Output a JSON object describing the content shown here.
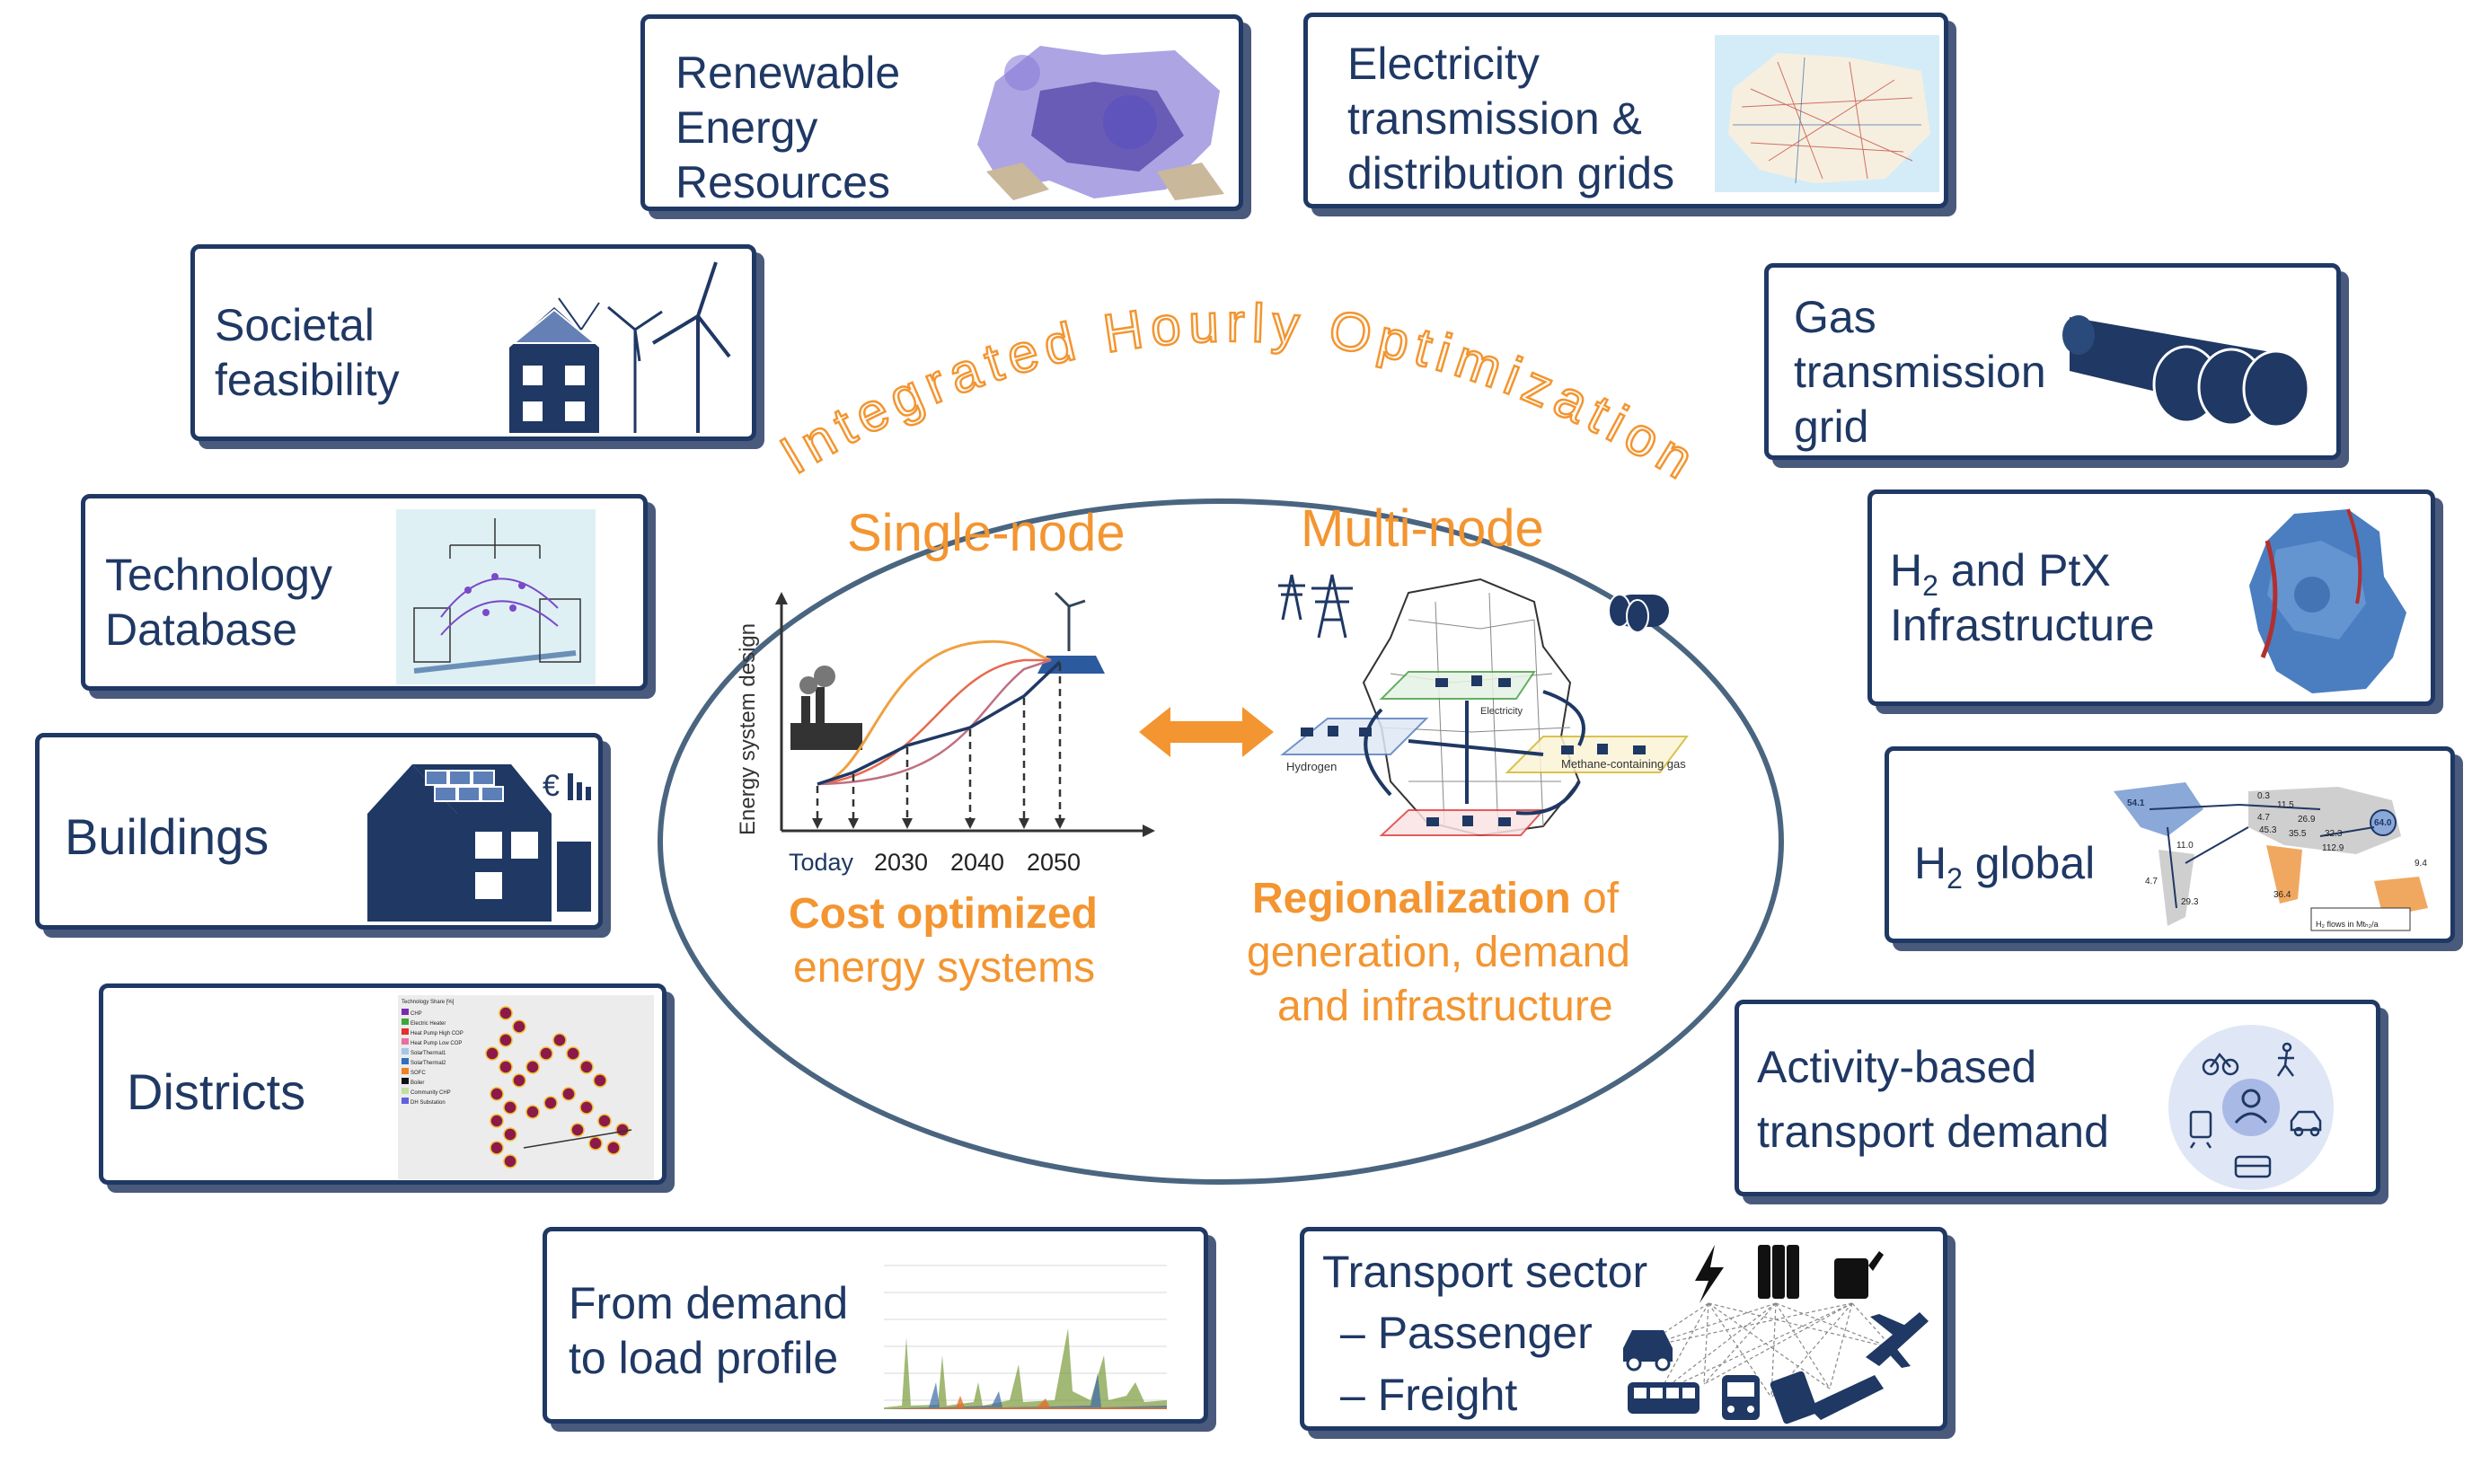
{
  "arc_title": "Integrated Hourly Optimization",
  "center": {
    "single": {
      "title": "Single-node",
      "yaxis": "Energy system design",
      "ticks": [
        "Today",
        "2030",
        "2040",
        "2050"
      ],
      "subtitle_bold": "Cost optimized",
      "subtitle_rest": "energy systems"
    },
    "multi": {
      "title": "Multi-node",
      "map_labels": {
        "hydrogen": "Hydrogen",
        "electricity": "Electricity",
        "methane": "Methane-containing gas"
      },
      "line1_bold": "Regionalization",
      "line1_rest": " of",
      "line2": "generation,  demand",
      "line3": "and infrastructure"
    }
  },
  "cards": {
    "renewable": {
      "lines": [
        "Renewable",
        "Energy",
        "Resources"
      ]
    },
    "electricity": {
      "lines": [
        "Electricity",
        "transmission &",
        "distribution grids"
      ]
    },
    "societal": {
      "lines": [
        "Societal",
        "feasibility"
      ]
    },
    "gas": {
      "lines": [
        "Gas",
        "transmission",
        "grid"
      ]
    },
    "technology": {
      "lines": [
        "Technology",
        "Database"
      ]
    },
    "h2ptx": {
      "h": "H",
      "sub": "2",
      "rest": " and PtX",
      "line2": "Infrastructure"
    },
    "buildings": {
      "lines": [
        "Buildings"
      ]
    },
    "h2global": {
      "h": "H",
      "sub": "2",
      "rest": " global",
      "map_values": [
        "54.1",
        "0.3",
        "11.5",
        "4.7",
        "26.9",
        "45.3",
        "35.5",
        "32.3",
        "64.0",
        "112.9",
        "11.0",
        "4.7",
        "36.4",
        "9.4",
        "29.3"
      ],
      "map_legend": "H₂ flows in Mtₕ₂/a"
    },
    "districts": {
      "lines": [
        "Districts"
      ],
      "legend_title": "Technology Share [%]",
      "legend": [
        "CHP",
        "Electric Heater",
        "Heat Pump High COP",
        "Heat Pump Low COP",
        "SolarThermal1",
        "SolarThermal2",
        "SOFC",
        "Boiler",
        "Community CHP",
        "DH Substation"
      ]
    },
    "activity": {
      "lines": [
        "Activity-based",
        "transport demand"
      ]
    },
    "demand": {
      "lines": [
        "From demand",
        "to load profile"
      ]
    },
    "transport": {
      "lines": [
        "Transport sector",
        "– Passenger",
        "– Freight"
      ]
    }
  },
  "colors": {
    "navy": "#1f3864",
    "orange": "#f39530",
    "ellipse": "#4a6580"
  }
}
